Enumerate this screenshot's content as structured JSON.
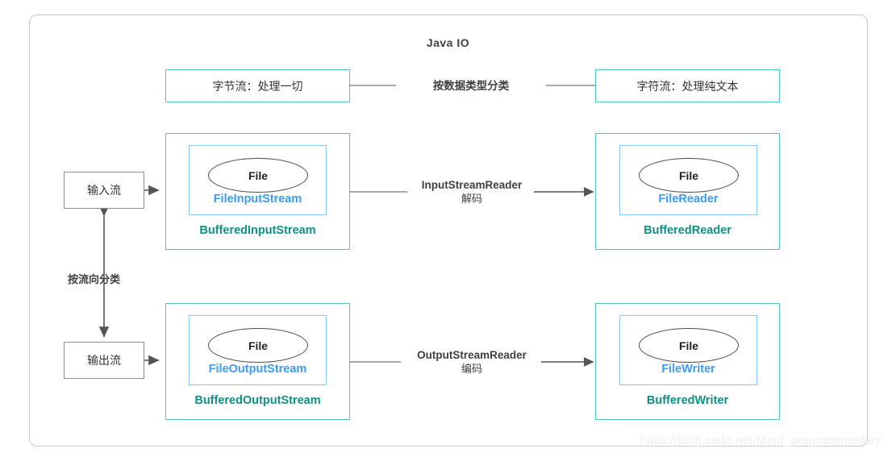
{
  "diagram": {
    "title": "Java IO",
    "watermark": "https://blog.csdn.net/Mind_programmonkey"
  },
  "type_row": {
    "byte_stream": "字节流：处理一切",
    "char_stream": "字符流：处理纯文本",
    "connector_label": "按数据类型分类"
  },
  "direction": {
    "input": "输入流",
    "output": "输出流",
    "label": "按流向分类"
  },
  "stacks": {
    "byte_input": {
      "outer": "BufferedInputStream",
      "inner": "FileInputStream",
      "node": "File"
    },
    "char_input": {
      "outer": "BufferedReader",
      "inner": "FileReader",
      "node": "File"
    },
    "byte_output": {
      "outer": "BufferedOutputStream",
      "inner": "FileOutputStream",
      "node": "File"
    },
    "char_output": {
      "outer": "BufferedWriter",
      "inner": "FileWriter",
      "node": "File"
    }
  },
  "bridges": {
    "input": {
      "name": "InputStreamReader",
      "action": "解码"
    },
    "output": {
      "name": "OutputStreamReader",
      "action": "编码"
    }
  },
  "colors": {
    "teal": "#4cc6c4",
    "teal_text": "#0f8f86",
    "blue": "#8ec6f5",
    "blue_text": "#3d9bf2",
    "gray": "#8c8c8c",
    "frame": "#c9c9c9"
  }
}
